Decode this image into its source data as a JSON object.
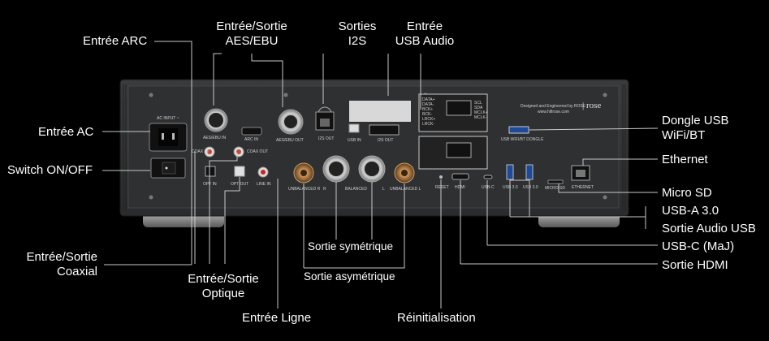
{
  "labels": {
    "arc": "Entrée ARC",
    "aes": [
      "Entrée/Sortie",
      "AES/EBU"
    ],
    "i2s": [
      "Sorties",
      "I2S"
    ],
    "usb_audio": [
      "Entrée",
      "USB Audio"
    ],
    "ac": "Entrée AC",
    "switch": "Switch ON/OFF",
    "coax": [
      "Entrée/Sortie",
      "Coaxial"
    ],
    "optical": [
      "Entrée/Sortie",
      "Optique"
    ],
    "line_in": "Entrée Ligne",
    "balanced_out": "Sortie symétrique",
    "unbalanced_out": "Sortie asymétrique",
    "reset": "Réinitialisation",
    "dongle": [
      "Dongle USB",
      "WiFi/BT"
    ],
    "ethernet": "Ethernet",
    "microsd": "Micro SD",
    "usba": "USB-A 3.0",
    "usb_audio_out": "Sortie Audio USB",
    "usbc": "USB-C (MaJ)",
    "hdmi": "Sortie HDMI"
  },
  "panel": {
    "ac_input": "AC INPUT ~",
    "aes_in": "AES/EBU IN",
    "arc_in": "ARC IN",
    "aes_out": "AES/EBU OUT",
    "i2s_out": "I2S OUT",
    "usb_in": "USB IN",
    "i2s_out2": "I2S OUT",
    "coax_in": "COAX IN",
    "coax_out": "COAX OUT",
    "opt_in": "OPT IN",
    "opt_out": "OPT OUT",
    "line_in": "LINE IN",
    "unbal_r": "UNBALANCED R",
    "bal_r": "R",
    "balanced": "BALANCED",
    "bal_l": "L",
    "unbal_l": "UNBALANCED L",
    "reset": "RESET",
    "hdmi": "HDMI",
    "usbc": "USB-C",
    "usb30a": "USB 3.0",
    "usb30b": "USB 3.0",
    "microsd": "MICRO SD",
    "ethernet": "ETHERNET",
    "wifi_dongle": "USB WIFI/BT DONGLE",
    "designed": "Designed and Engineered by ROSE",
    "website": "www.hifirose.com",
    "brand": "| rose",
    "pins_a": [
      "DATA+",
      "DATA-",
      "BCK+",
      "BCK-",
      "LRCK+",
      "LRCK-"
    ],
    "pins_b": [
      "SCL",
      "SDA",
      "MCLK+",
      "MCLK-"
    ]
  }
}
